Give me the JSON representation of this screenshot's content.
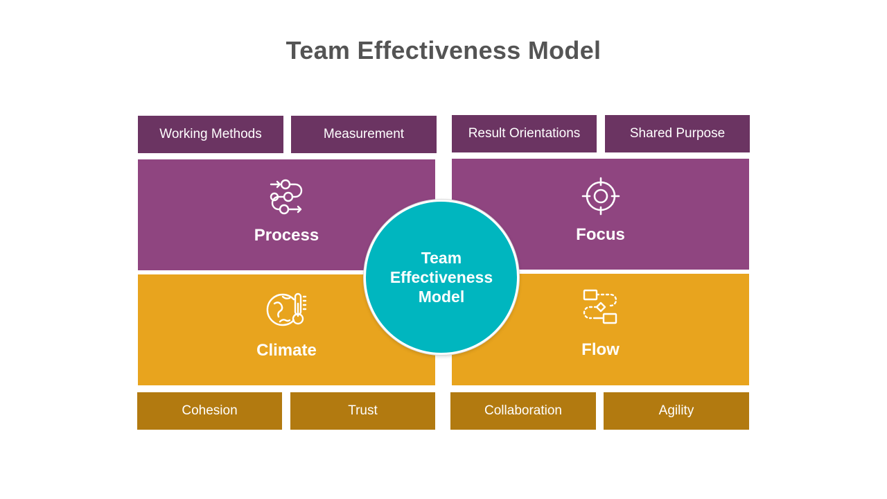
{
  "title": "Team Effectiveness Model",
  "center": {
    "label": "Team\nEffectiveness\nModel"
  },
  "top_tags": [
    "Working Methods",
    "Measurement",
    "Result Orientations",
    "Shared Purpose"
  ],
  "bottom_tags": [
    "Cohesion",
    "Trust",
    "Collaboration",
    "Agility"
  ],
  "quadrants": {
    "process": {
      "label": "Process",
      "icon": "process-flow-icon"
    },
    "focus": {
      "label": "Focus",
      "icon": "target-icon"
    },
    "climate": {
      "label": "Climate",
      "icon": "globe-thermometer-icon"
    },
    "flow": {
      "label": "Flow",
      "icon": "workflow-icon"
    }
  },
  "colors": {
    "tag_top": "#6b3462",
    "panel_purple": "#8f4580",
    "panel_orange": "#e8a41e",
    "tag_bottom": "#b27a10",
    "center": "#00b6bf",
    "title": "#545454"
  }
}
